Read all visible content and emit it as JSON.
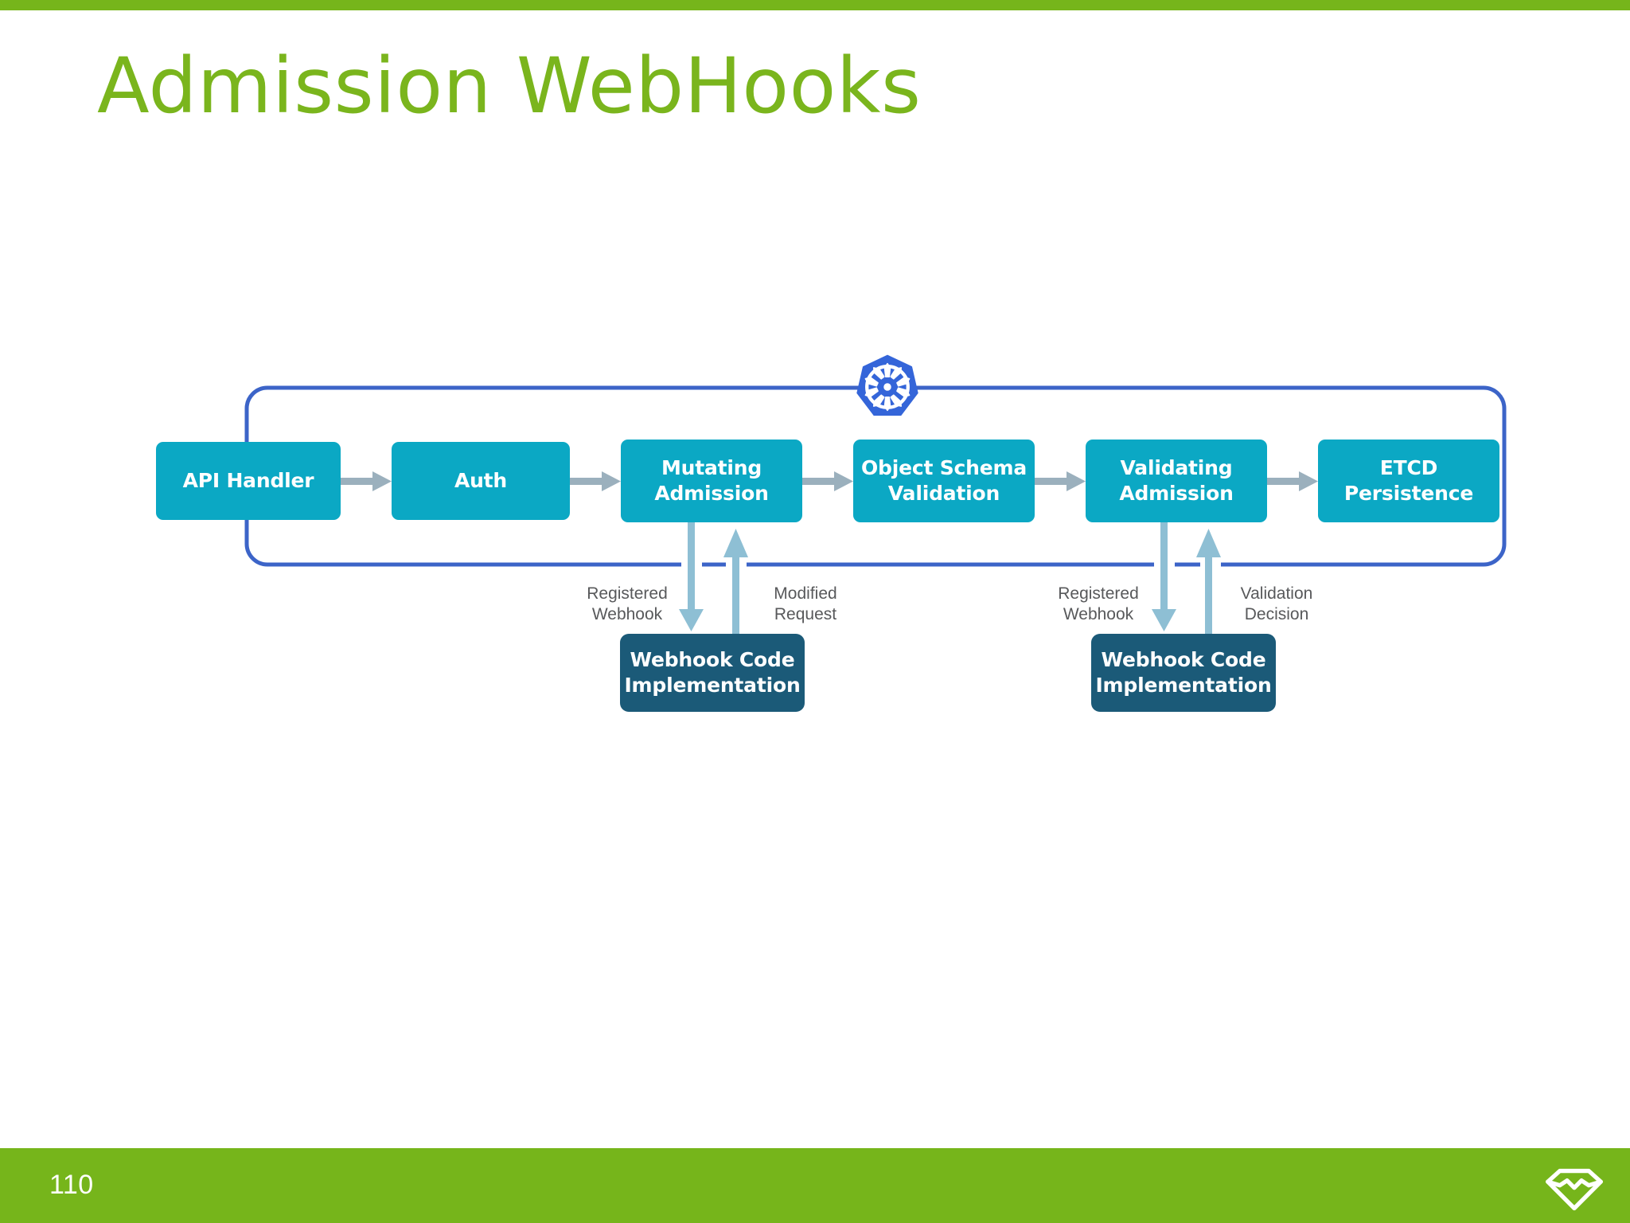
{
  "slide": {
    "title": "Admission WebHooks",
    "page_number": "110",
    "accent_green": "#76b51b",
    "title_color": "#7ab51d",
    "brand_logo_icon": "diamond-gem-icon"
  },
  "diagram": {
    "loop_border_color": "#3c64c8",
    "process_box_color": "#0ba8c4",
    "webhook_box_color": "#1b5a78",
    "arrow_color": "#9bb0bd",
    "vertical_arrow_color": "#8ebfd4",
    "center_icon": "kubernetes-helm-icon",
    "process_boxes": [
      {
        "id": "api-handler",
        "label": "API Handler"
      },
      {
        "id": "auth",
        "label": "Auth"
      },
      {
        "id": "mutating-admission",
        "label": "Mutating\nAdmission"
      },
      {
        "id": "object-schema",
        "label": "Object Schema\nValidation"
      },
      {
        "id": "validating-admission",
        "label": "Validating\nAdmission"
      },
      {
        "id": "etcd-persistence",
        "label": "ETCD\nPersistence"
      }
    ],
    "webhook_boxes": [
      {
        "id": "webhook-mutating",
        "label": "Webhook Code\nImplementation"
      },
      {
        "id": "webhook-validating",
        "label": "Webhook Code\nImplementation"
      }
    ],
    "annotations": [
      {
        "id": "registered-webhook-mutating",
        "label": "Registered\nWebhook"
      },
      {
        "id": "modified-request",
        "label": "Modified\nRequest"
      },
      {
        "id": "registered-webhook-validating",
        "label": "Registered\nWebhook"
      },
      {
        "id": "validation-decision",
        "label": "Validation\nDecision"
      }
    ]
  }
}
